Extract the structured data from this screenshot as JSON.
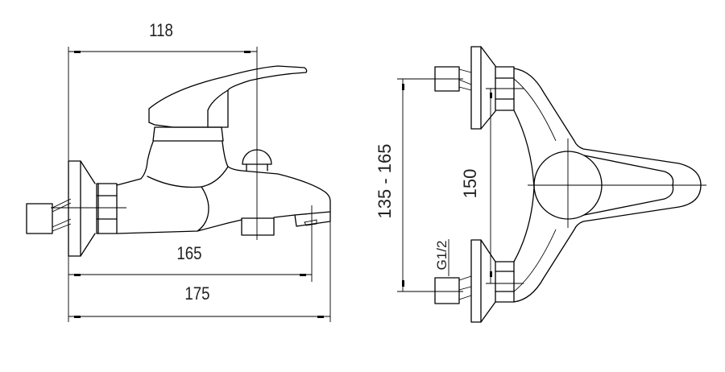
{
  "drawing": {
    "side_view": {
      "dim_top": "118",
      "dim_inner_length": "165",
      "dim_overall_length": "175"
    },
    "top_view": {
      "dim_connection_range": "135 - 165",
      "dim_center_distance": "150",
      "thread_label": "G1/2"
    },
    "colors": {
      "line": "#000000",
      "background": "#ffffff"
    }
  }
}
